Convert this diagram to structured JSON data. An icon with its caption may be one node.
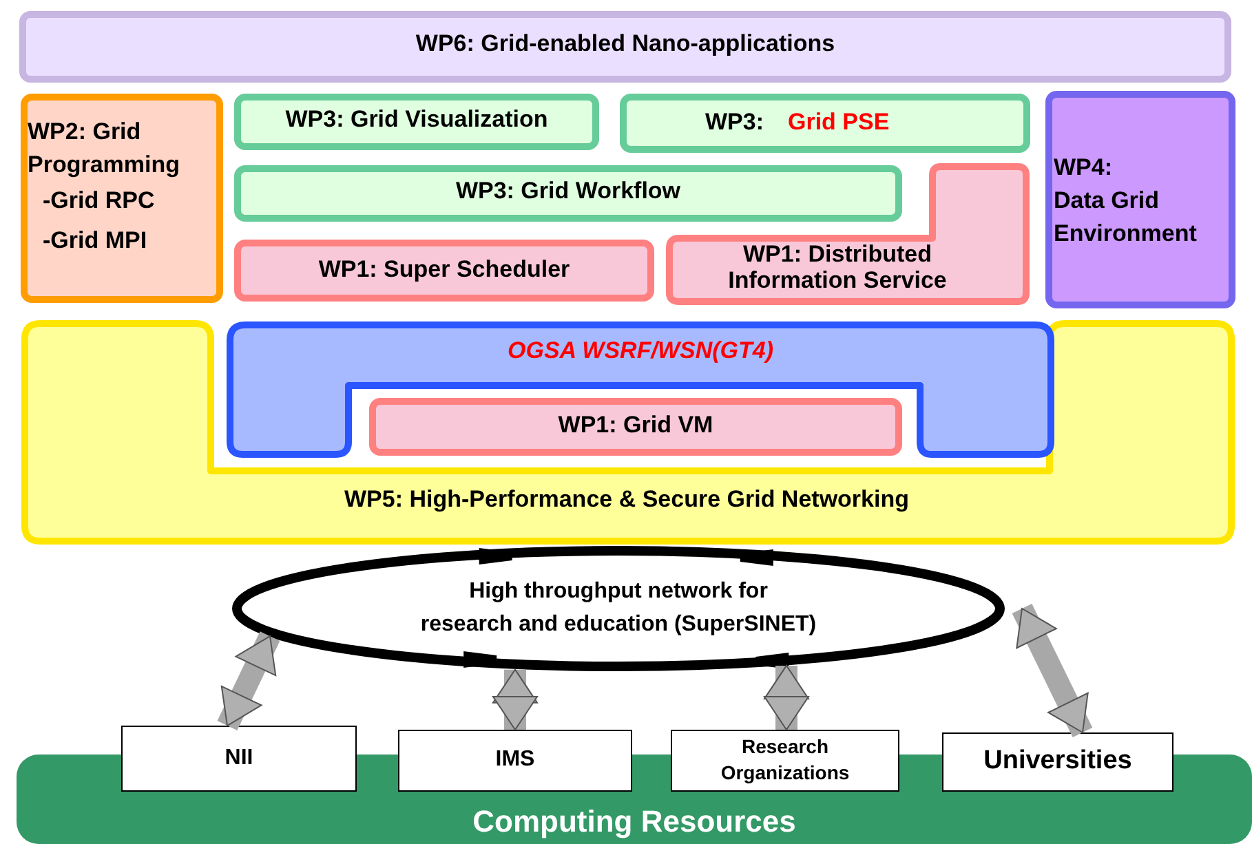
{
  "diagram": {
    "nodes": [
      {
        "text": [
          "WP6: Grid-enabled Nano-applications"
        ]
      },
      {
        "text": [
          "WP2: Grid Programming",
          "-Grid RPC",
          "-Grid MPI"
        ]
      },
      {
        "text": [
          "WP3: Grid Visualization"
        ]
      },
      {
        "text": [
          "WP3:",
          "Grid PSE"
        ]
      },
      {
        "text": [
          "WP3: Grid Workflow"
        ]
      },
      {
        "text": [
          "WP1: Super Scheduler"
        ]
      },
      {
        "text": [
          "WP1: Distributed Information Service"
        ]
      },
      {
        "text": [
          "WP4:",
          "Data Grid Environment"
        ]
      },
      {
        "text": [
          "WP5: High-Performance & Secure Grid Networking"
        ]
      },
      {
        "text": [
          "OGSA WSRF/WSN(GT4)"
        ]
      },
      {
        "text": [
          "WP1: Grid VM"
        ]
      },
      {
        "text": [
          "High throughput network for research and education (SuperSINET)"
        ]
      },
      {
        "text": [
          "Computing Resources"
        ]
      },
      {
        "text": [
          "NII"
        ]
      },
      {
        "text": [
          "IMS"
        ]
      },
      {
        "text": [
          "Research Organizations"
        ]
      },
      {
        "text": [
          "Universities"
        ]
      }
    ],
    "edges": [
      {
        "from": 11,
        "to": 13,
        "arrow": "both"
      },
      {
        "from": 11,
        "to": 14,
        "arrow": "both"
      },
      {
        "from": 11,
        "to": 15,
        "arrow": "both"
      },
      {
        "from": 11,
        "to": 16,
        "arrow": "both"
      }
    ]
  }
}
